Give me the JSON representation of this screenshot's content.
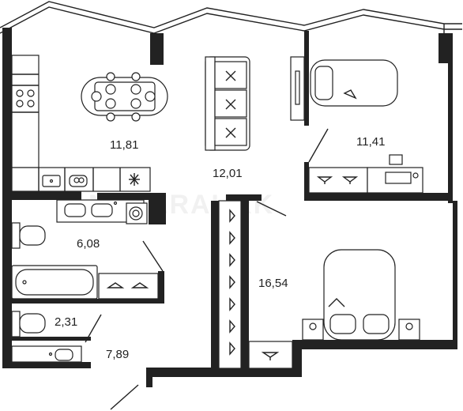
{
  "rooms": {
    "kitchen": "11,81",
    "living": "12,01",
    "bedroom_small": "11,41",
    "bathroom": "6,08",
    "bedroom_large": "16,54",
    "wc": "2,31",
    "hall": "7,89"
  },
  "watermark": "NDEERAURK",
  "colors": {
    "wall": "#222222",
    "background": "#ffffff"
  },
  "icons": [
    "hanger-icon",
    "sink-icon",
    "stove-icon",
    "bathtub-icon",
    "toilet-icon",
    "washing-machine-icon",
    "bed-icon",
    "sofa-icon",
    "dining-table-icon"
  ]
}
